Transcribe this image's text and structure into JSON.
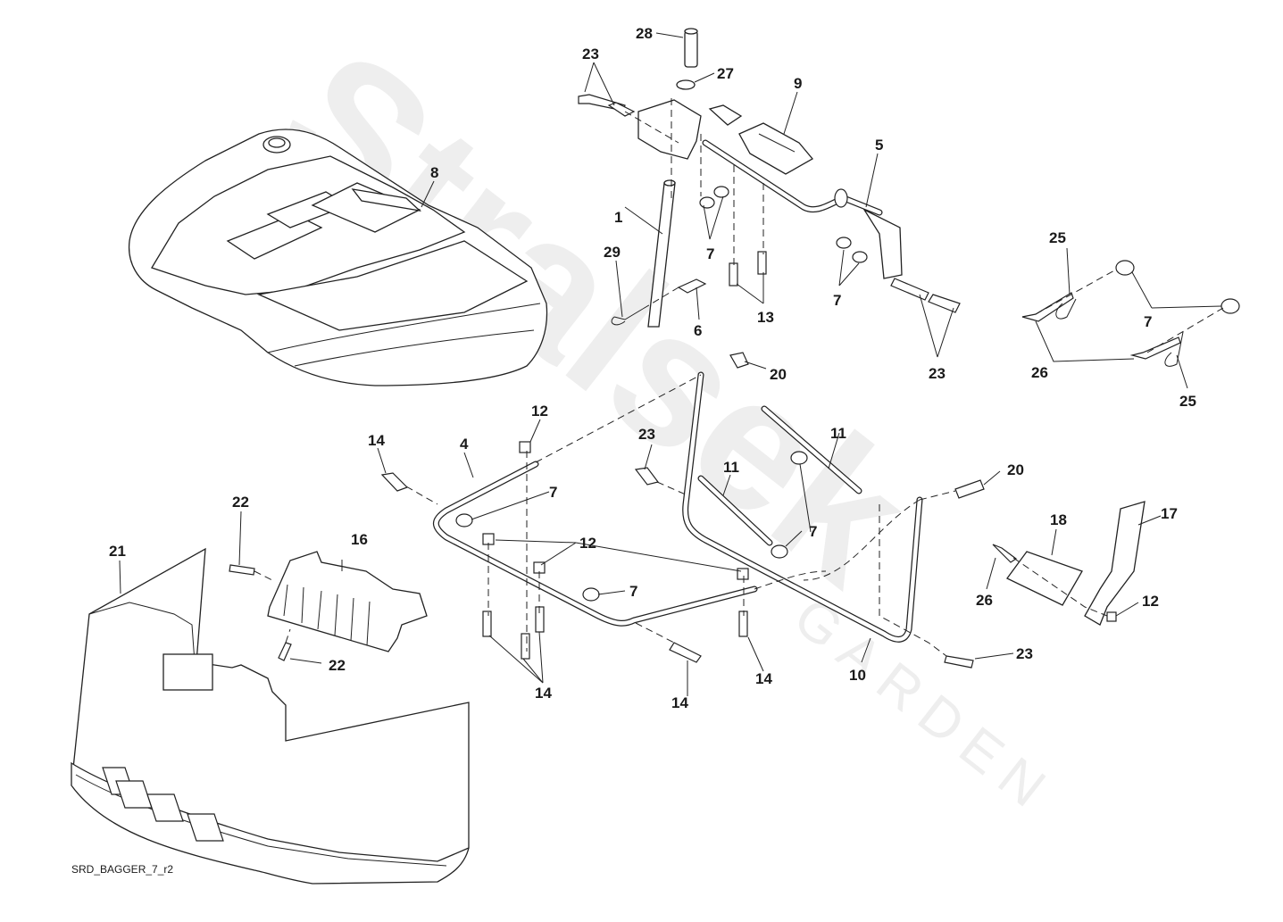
{
  "diagram_code": "SRD_BAGGER_7_r2",
  "watermark": {
    "brand": "Stralsek",
    "sub": "GARDEN"
  },
  "callouts": {
    "c1": "1",
    "c4": "4",
    "c5": "5",
    "c6": "6",
    "c8": "8",
    "c9": "9",
    "c10": "10",
    "c11a": "11",
    "c11b": "11",
    "c12a": "12",
    "c12b": "12",
    "c12c": "12",
    "c13": "13",
    "c14a": "14",
    "c14b": "14",
    "c14c": "14",
    "c14d": "14",
    "c16": "16",
    "c17": "17",
    "c18": "18",
    "c20a": "20",
    "c20b": "20",
    "c21": "21",
    "c22a": "22",
    "c22b": "22",
    "c23a": "23",
    "c23b": "23",
    "c23c": "23",
    "c23d": "23",
    "c25a": "25",
    "c25b": "25",
    "c26a": "26",
    "c26b": "26",
    "c27": "27",
    "c28": "28",
    "c29": "29",
    "c7a": "7",
    "c7b": "7",
    "c7c": "7",
    "c7d": "7",
    "c7e": "7",
    "c7f": "7"
  }
}
